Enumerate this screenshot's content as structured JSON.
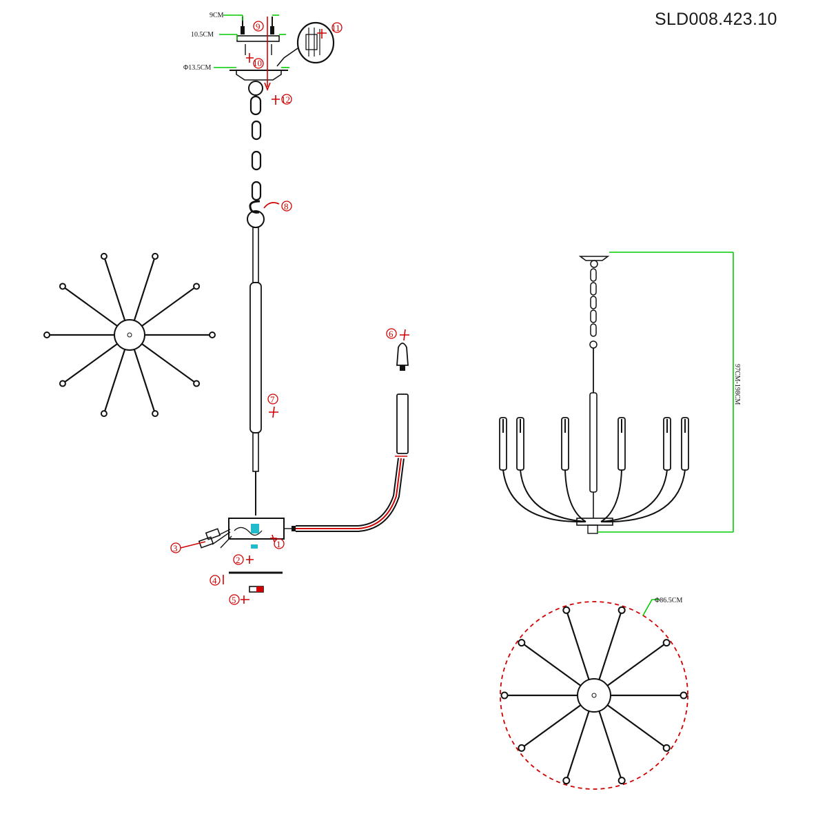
{
  "model_number": "SLD008.423.10",
  "dimensions": {
    "screw_spacing": "9CM",
    "plate_width": "10.5CM",
    "canopy_diameter": "Φ13.5CM",
    "overall_diameter": "Φ86.5CM",
    "height_range": "97CM-198CM"
  },
  "callouts": [
    "1",
    "2",
    "3",
    "4",
    "5",
    "6",
    "7",
    "8",
    "9",
    "10",
    "11",
    "12"
  ]
}
